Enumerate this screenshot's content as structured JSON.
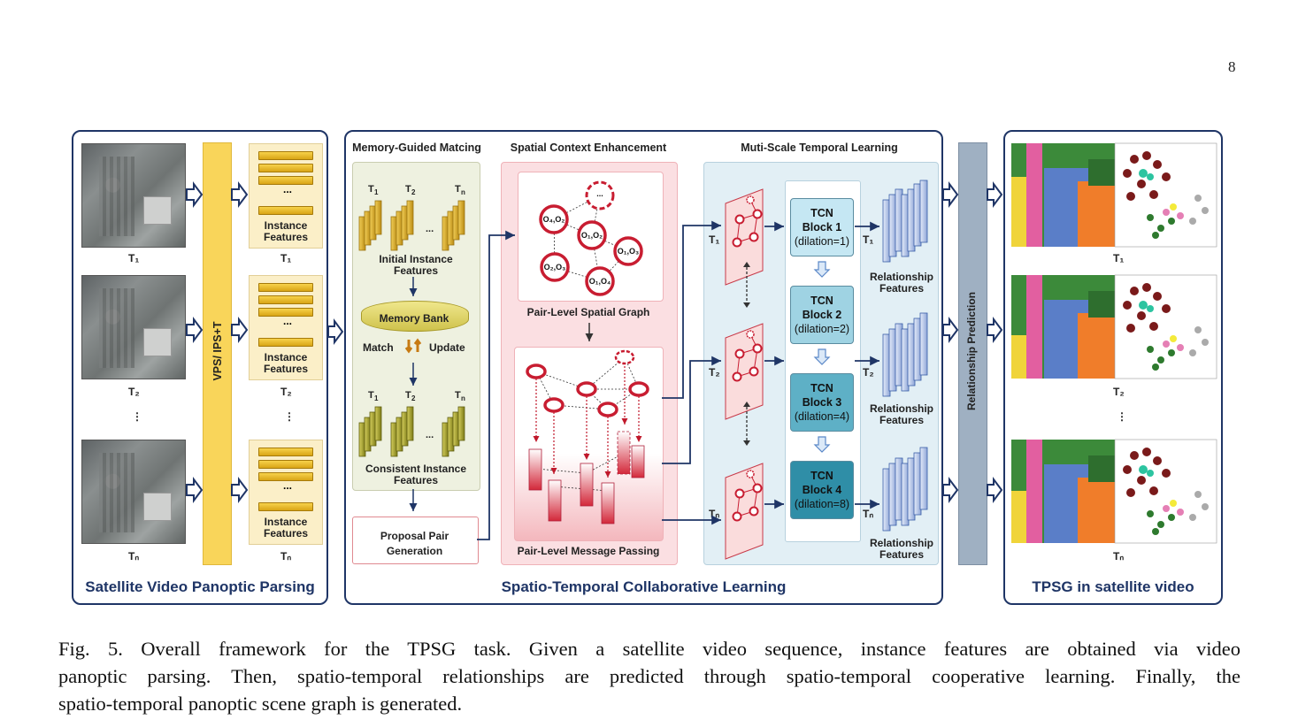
{
  "page_number": "8",
  "left_panel": {
    "title": "Satellite Video Panoptic Parsing",
    "frames": [
      "T₁",
      "T₂",
      "Tₙ"
    ],
    "vps_label": "VPS/ IPS+T",
    "instance_label": "Instance Features",
    "ellipsis": "⋮",
    "bar_ellipsis": "..."
  },
  "middle_panel": {
    "title": "Spatio-Temporal Collaborative Learning",
    "memory_title": "Memory-Guided Matcing",
    "initial_features": "Initial Instance Features",
    "memory_bank": "Memory Bank",
    "match": "Match",
    "update": "Update",
    "consistent_features": "Consistent Instance Features",
    "proposal": "Proposal Pair Generation",
    "spatial_title": "Spatial Context Enhancement",
    "spatial_graph": "Pair-Level Spatial Graph",
    "message_passing": "Pair-Level Message Passing",
    "temporal_title": "Muti-Scale Temporal Learning",
    "node_labels": [
      "O₄,O₂",
      "O₁,O₂",
      "O₁,O₃",
      "O₂,O₃",
      "O₁,O₄",
      "..."
    ],
    "tcn_blocks": [
      {
        "name": "TCN",
        "block": "Block 1",
        "dilation": "(dilation=1)"
      },
      {
        "name": "TCN",
        "block": "Block 2",
        "dilation": "(dilation=2)"
      },
      {
        "name": "TCN",
        "block": "Block 3",
        "dilation": "(dilation=4)"
      },
      {
        "name": "TCN",
        "block": "Block 4",
        "dilation": "(dilation=8)"
      }
    ],
    "relationship_features": "Relationship Features"
  },
  "relationship_prediction": "Relationship Prediction",
  "right_panel": {
    "title": "TPSG in satellite video"
  },
  "caption": {
    "line1": "Fig. 5.  Overall framework for the TPSG task. Given a satellite video sequence, instance features are obtained via video",
    "line2": "panoptic parsing. Then, spatio-temporal relationships are predicted through spatio-temporal cooperative learning. Finally, the",
    "line3": "spatio-temporal panoptic scene graph is generated."
  },
  "colors": {
    "panel_border": "#1f3566",
    "vps_bar": "#f9d55a",
    "memory_bg": "#eef1e0",
    "spatial_bg": "#fbdfe2",
    "temporal_bg": "#e2eff5",
    "rel_pred_bar": "#9fb0c2"
  }
}
